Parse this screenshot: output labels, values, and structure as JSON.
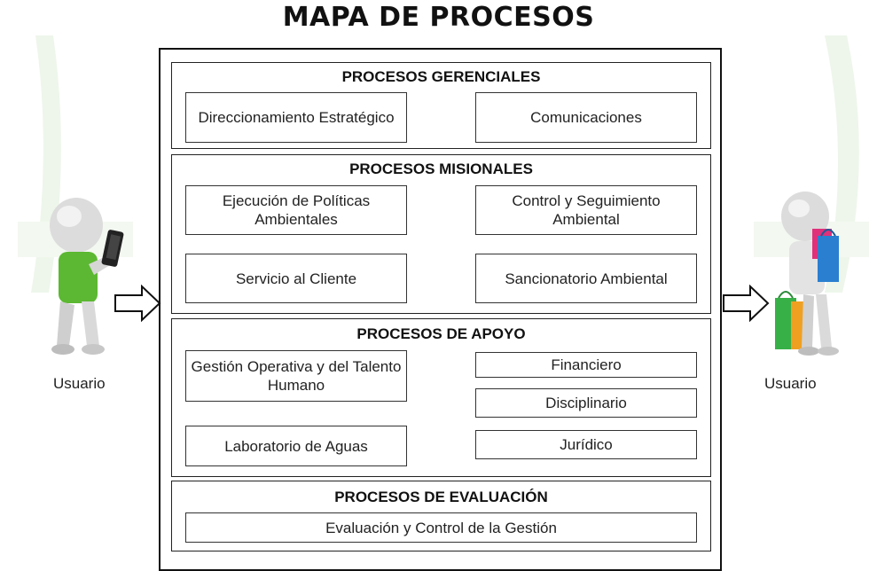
{
  "title": "MAPA DE PROCESOS",
  "sections": {
    "gerenciales": {
      "title": "PROCESOS GERENCIALES",
      "items": [
        "Direccionamiento Estratégico",
        "Comunicaciones"
      ]
    },
    "misionales": {
      "title": "PROCESOS MISIONALES",
      "items": [
        "Ejecución de Políticas Ambientales",
        "Control y Seguimiento Ambiental",
        "Servicio al Cliente",
        "Sancionatorio Ambiental"
      ]
    },
    "apoyo": {
      "title": "PROCESOS DE APOYO",
      "items": [
        "Gestión Operativa y del Talento Humano",
        "Financiero",
        "Disciplinario",
        "Laboratorio de Aguas",
        "Jurídico"
      ]
    },
    "evaluacion": {
      "title": "PROCESOS DE EVALUACIÓN",
      "items": [
        "Evaluación y Control de la Gestión"
      ]
    }
  },
  "left_user": {
    "label": "Usuario",
    "icon": "user-with-phone-icon"
  },
  "right_user": {
    "label": "Usuario",
    "icon": "user-with-shopping-bags-icon"
  },
  "colors": {
    "shirt_green": "#5cb832",
    "bag_green": "#38b048",
    "bag_blue": "#2a7fd0",
    "bag_orange": "#f0a020",
    "bag_pink": "#e0307a",
    "watermark_green": "#e8f3e5"
  }
}
